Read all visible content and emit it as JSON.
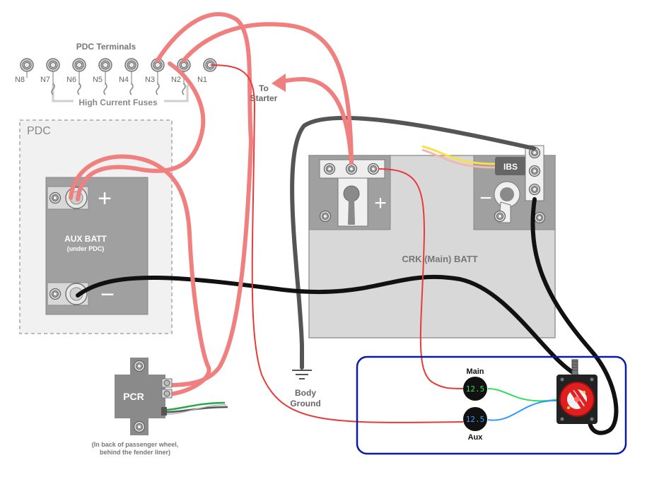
{
  "pdc": {
    "terminals_title": "PDC Terminals",
    "terminal_labels": [
      "N8",
      "N7",
      "N6",
      "N5",
      "N4",
      "N3",
      "N2",
      "N1"
    ],
    "fuses_label": "High Current Fuses",
    "box_label": "PDC"
  },
  "aux_batt": {
    "name": "AUX BATT",
    "note": "(under PDC)",
    "plus": "+",
    "minus": "−"
  },
  "crk_batt": {
    "name": "CRK (Main) BATT",
    "plus": "+",
    "minus": "−",
    "ibs": "IBS"
  },
  "starter": {
    "line1": "To",
    "line2": "Starter"
  },
  "ground": {
    "line1": "Body",
    "line2": "Ground"
  },
  "pcr": {
    "name": "PCR",
    "note_line1": "(In back of passenger wheel,",
    "note_line2": "behind the fender liner)"
  },
  "monitor": {
    "main_label": "Main",
    "main_value": "12.5",
    "aux_label": "Aux",
    "aux_value": "12.5"
  },
  "colors": {
    "fuse_wire": "#f08080",
    "signal_red": "#e83a3a",
    "ground_black": "#111111",
    "ground_gray": "#555555",
    "battery_gray": "#a0a0a0",
    "panel_border": "#0a1aa8",
    "main_meter": "#33dd66",
    "aux_meter": "#3399ff",
    "switch_red": "#e02020"
  }
}
